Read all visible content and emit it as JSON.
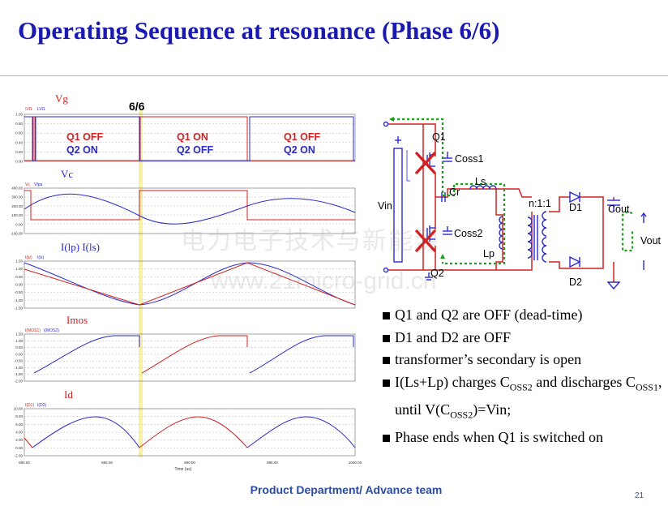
{
  "slide": {
    "title": "Operating Sequence at resonance (Phase 6/6)",
    "footer": "Product Department/ Advance team",
    "page_number": "21",
    "watermark_cn": "电力电子技术与新能源",
    "watermark_url": "www.21micro-grid.cn"
  },
  "waveforms": {
    "phase_marker": "6/6",
    "panels": [
      {
        "title": "Vg",
        "legend": [
          "\\VG",
          "LVG"
        ],
        "yticks": [
          "1.00",
          "0.80",
          "0.60",
          "0.40",
          "0.20",
          "0.00"
        ]
      },
      {
        "title": "Vc",
        "legend": [
          "Vc",
          "Vfpa"
        ],
        "yticks": [
          "400.00",
          "300.00",
          "200.00",
          "100.00",
          "0.00",
          "-100.00"
        ]
      },
      {
        "title": "I(lp)   I(ls)",
        "legend": [
          "I(lp)",
          "I(ls)"
        ],
        "yticks": [
          "1.50",
          "1.00",
          "0.50",
          "0.00",
          "-0.50",
          "-1.00",
          "-1.50"
        ]
      },
      {
        "title": "Imos",
        "legend": [
          "I(MOS1)",
          "I(MOS2)"
        ],
        "yticks": [
          "1.50",
          "1.00",
          "0.50",
          "0.00",
          "-0.50",
          "-1.00",
          "-1.50",
          "-2.00"
        ]
      },
      {
        "title": "Id",
        "legend": [
          "I(D1)",
          "I(D2)"
        ],
        "yticks": [
          "10.00",
          "8.00",
          "6.00",
          "4.00",
          "2.00",
          "0.00",
          "-2.00"
        ]
      }
    ],
    "state_labels": [
      {
        "q1": "Q1 OFF",
        "q2": "Q2 ON"
      },
      {
        "q1": "Q1 ON",
        "q2": "Q2 OFF"
      },
      {
        "q1": "Q1 OFF",
        "q2": "Q2 ON"
      }
    ],
    "xticks": [
      "880.00",
      "885.00",
      "890.00",
      "895.00",
      "1000.00"
    ],
    "xlabel": "Time (us)"
  },
  "circuit": {
    "labels": {
      "q1": "Q1",
      "coss1": "Coss1",
      "cr": "Cr",
      "ls": "Ls",
      "coss2": "Coss2",
      "lp": "Lp",
      "q2": "Q2",
      "vin": "Vin",
      "ratio": "n:1:1",
      "d1": "D1",
      "d2": "D2",
      "cout": "Cout",
      "vout": "Vout"
    }
  },
  "bullets": [
    {
      "text": "Q1 and Q2 are OFF (dead-time)"
    },
    {
      "text": "D1 and D2 are OFF"
    },
    {
      "text": "transformer’s secondary is open"
    },
    {
      "a": "I(Ls+Lp) charges C",
      "s1": "OSS2",
      "b": " and discharges C",
      "s2": "OSS1",
      "c": ", until V(C",
      "s3": "OSS2",
      "d": ")=Vin;"
    },
    {
      "text": "Phase ends when Q1 is switched on"
    }
  ],
  "colors": {
    "title": "#1a1ab0",
    "red_trace": "#d42020",
    "blue_trace": "#2a2acc",
    "green_path": "#18a018",
    "footer": "#2b4ba3"
  }
}
